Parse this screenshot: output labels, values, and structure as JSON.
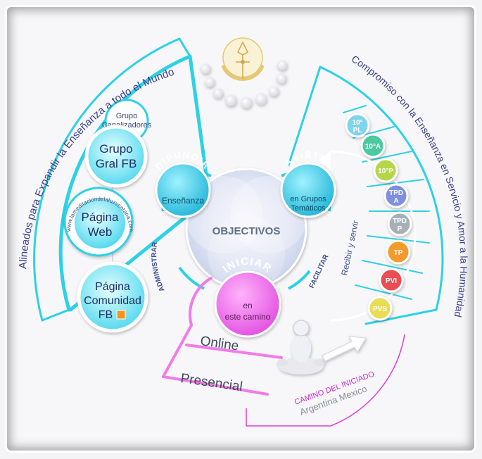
{
  "left_arc_label": "Alineados para Expandir la Enseñanza a todo el Mundo",
  "right_arc_label": "Compromiso con la Enseñanza en Servicio y Amor a la Humanidad",
  "center": {
    "title": "OBJECTIVOS",
    "difundir": {
      "title": "DIFUNDIR",
      "sub": "Enseñanza"
    },
    "asistir": {
      "title": "ASISTIR",
      "sub1": "en Grupos",
      "sub2": "Temáticos"
    },
    "iniciar": {
      "title": "INICIAR",
      "sub1": "en",
      "sub2": "este camino"
    }
  },
  "left_groups": {
    "canalizadores": {
      "line1": "Grupo",
      "line2": "Canalizadores"
    },
    "gral_fb": {
      "line1": "Grupo",
      "line2": "Gral FB"
    },
    "pagina_web": {
      "line1": "Página",
      "line2": "Web",
      "url": "www.lameditaciondelaluzventana.com"
    },
    "comunidad_fb": {
      "line1": "Página",
      "line2": "Comunidad",
      "line3": "FB"
    }
  },
  "arc_labels": {
    "administrar": "ADMINISTRAR",
    "facilitar": "FACILITAR",
    "recibir": "Recibir y servir"
  },
  "levels": [
    {
      "label1": "10°",
      "label2": "PL",
      "color": "#7fd3ea"
    },
    {
      "label1": "10°A",
      "label2": "",
      "color": "#4cc9a0"
    },
    {
      "label1": "10°P",
      "label2": "",
      "color": "#b5d64a"
    },
    {
      "label1": "TPD",
      "label2": "A",
      "color": "#7f8fe0"
    },
    {
      "label1": "TPD",
      "label2": "P",
      "color": "#a7b0b8"
    },
    {
      "label1": "TP",
      "label2": "",
      "color": "#f39a2b"
    },
    {
      "label1": "PVI",
      "label2": "",
      "color": "#ea4e52"
    },
    {
      "label1": "PVS",
      "label2": "",
      "color": "#e9dd56"
    }
  ],
  "modes": {
    "online": "Online",
    "presencial": "Presencial"
  },
  "camino": {
    "title": "CAMINO DEL INICIADO",
    "countries": "Argentina  Mexico"
  },
  "colors": {
    "cyan": "#2dd1e6",
    "pink": "#f47ae8",
    "magenta": "#e13ce0"
  }
}
